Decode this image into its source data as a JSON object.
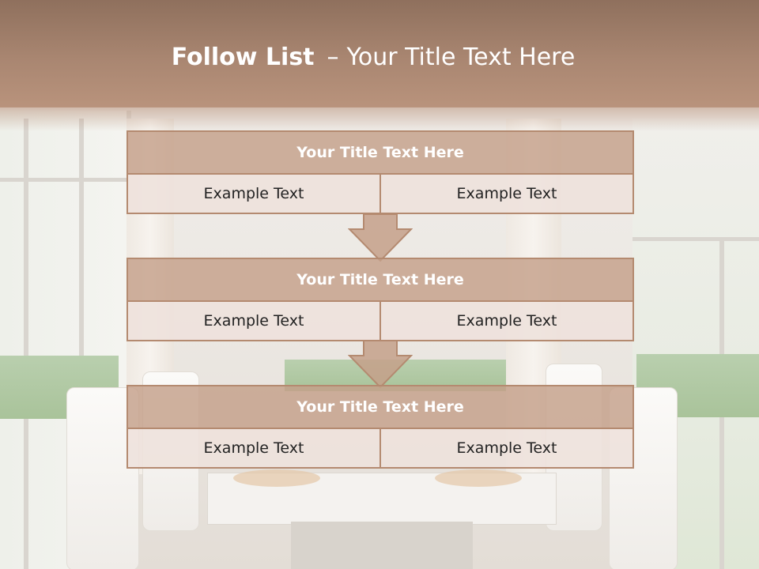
{
  "slide": {
    "title_bold": "Follow List",
    "title_dash": "–",
    "title_rest": "Your Title Text Here"
  },
  "steps": [
    {
      "title": "Your Title Text Here",
      "left": "Example Text",
      "right": "Example Text"
    },
    {
      "title": "Your Title Text Here",
      "left": "Example Text",
      "right": "Example Text"
    },
    {
      "title": "Your Title Text Here",
      "left": "Example Text",
      "right": "Example Text"
    }
  ],
  "colors": {
    "header": "#a98671",
    "box_header_fill": "#c4a08a",
    "box_border": "#b48a70",
    "cell_fill": "#eee1dc",
    "arrow": "#c4a08a"
  }
}
